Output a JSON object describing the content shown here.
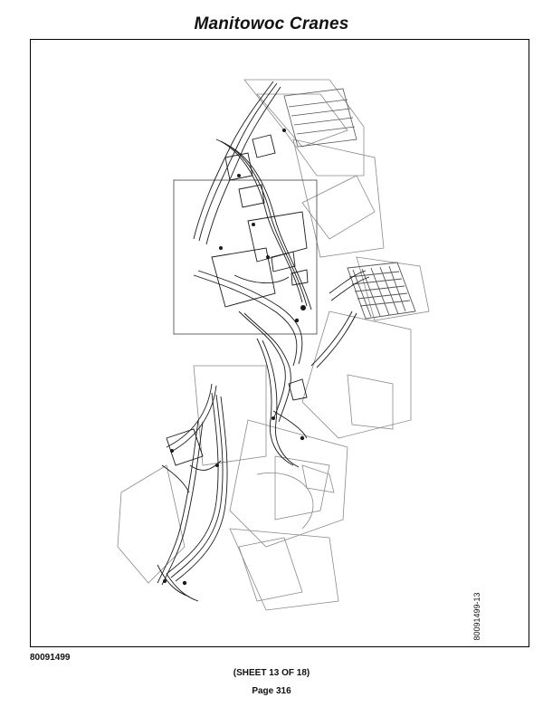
{
  "header": {
    "title": "Manitowoc Cranes"
  },
  "drawing": {
    "figure_code": "80091499-13",
    "line_color": "#1a1a1a",
    "detail_line_color": "#777777"
  },
  "footer": {
    "doc_number": "80091499",
    "sheet": "(SHEET 13 OF 18)",
    "page": "Page 316"
  }
}
